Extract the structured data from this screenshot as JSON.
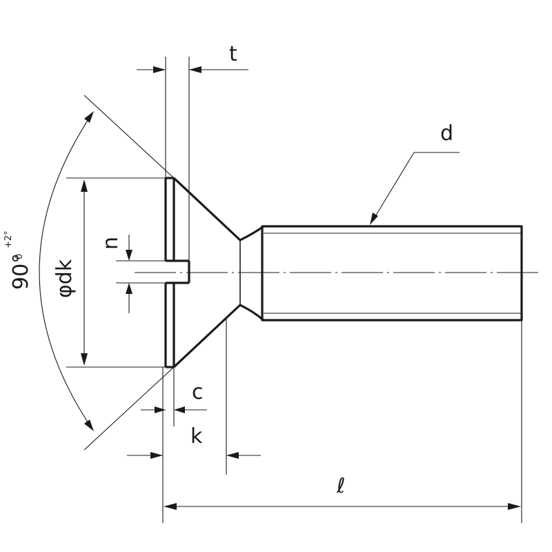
{
  "diagram": {
    "subject": "countersunk slotted screw dimension drawing",
    "labels": {
      "t": "t",
      "d": "d",
      "n": "n",
      "dk": "φdk",
      "c": "c",
      "k": "k",
      "l": "ℓ",
      "angle": "90°",
      "angle_tol_upper": "+2°",
      "angle_tol_lower": "0"
    }
  }
}
